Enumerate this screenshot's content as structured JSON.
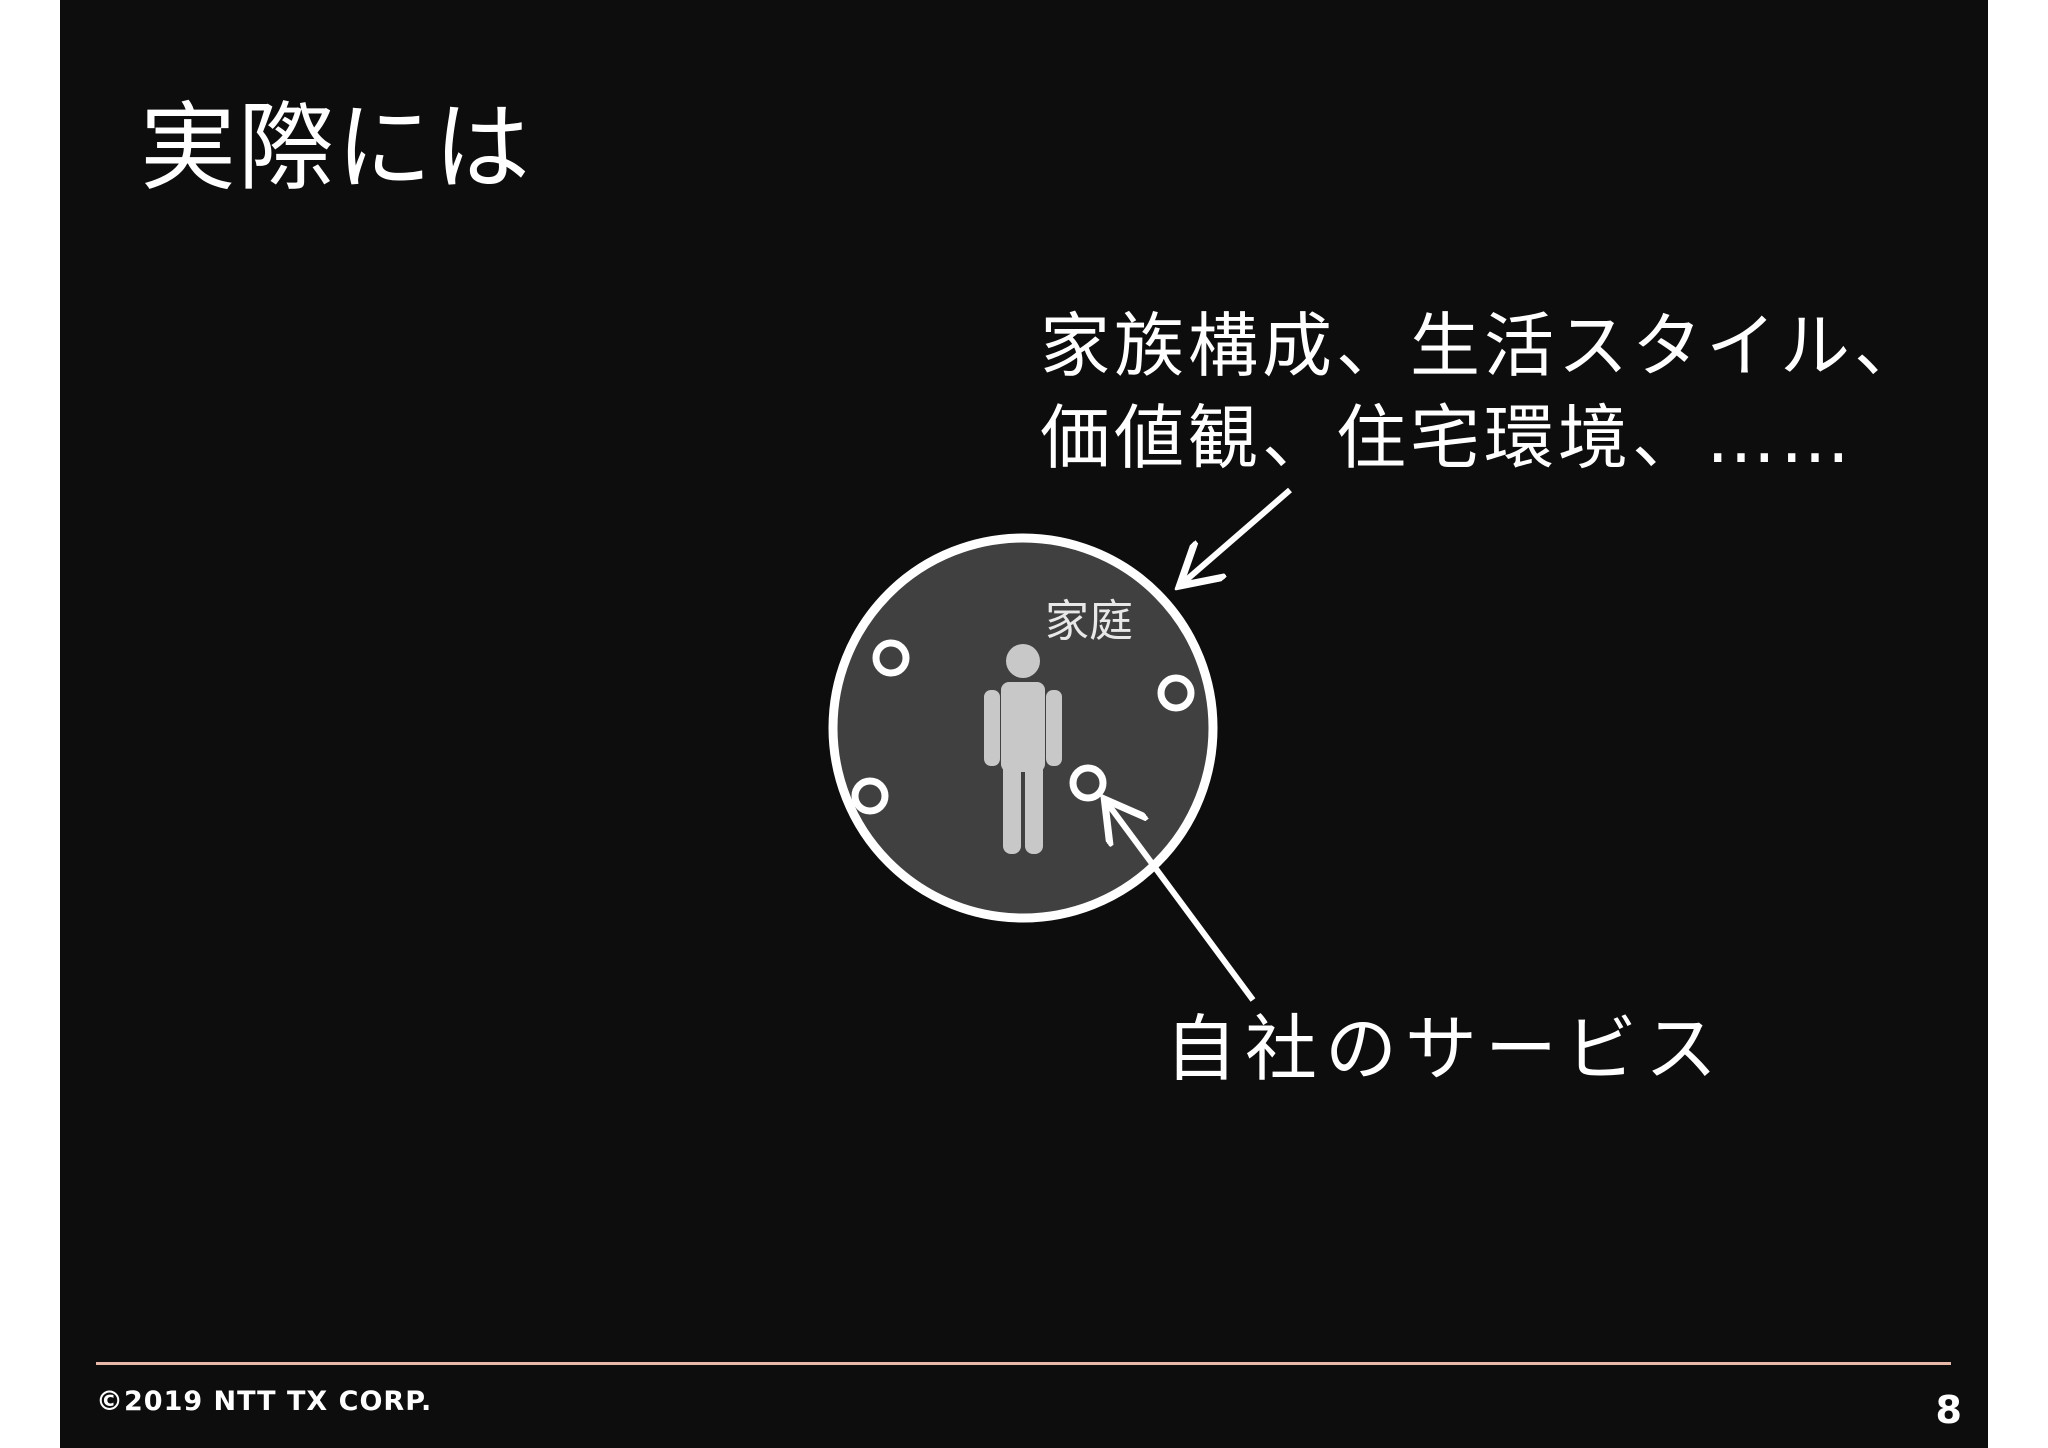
{
  "slide": {
    "title": "実際には",
    "callout_top": {
      "line1": "家族構成、生活スタイル、",
      "line2": "価値観、住宅環境、……"
    },
    "household_label": "家庭",
    "callout_bottom": "自社のサービス",
    "page_number": "8"
  },
  "footer": {
    "copyright": "©2019 NTT TX CORP."
  },
  "colors": {
    "slide_background": "#0d0d0d",
    "circle_fill": "#404040",
    "circle_stroke": "#ffffff",
    "person_fill": "#c8c8c8",
    "footer_rule": "#e8b8a8"
  },
  "icons": {
    "person": "person-icon",
    "service_marker": "ring-icon",
    "arrow": "arrow-icon"
  }
}
